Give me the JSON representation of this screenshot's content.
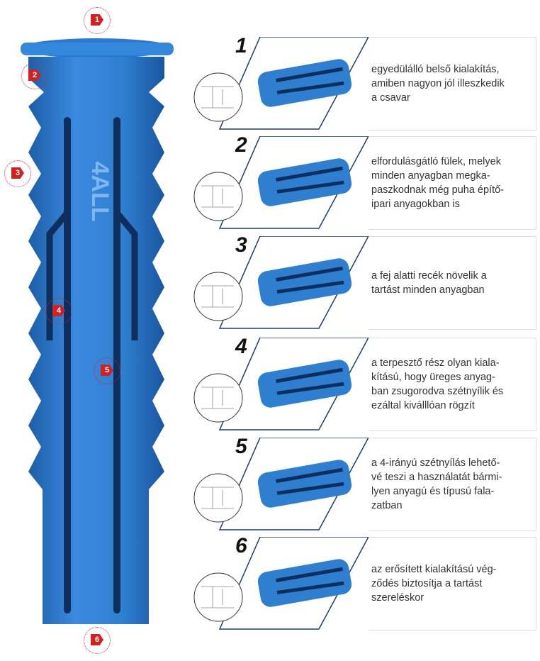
{
  "brand_logo": "4ALL",
  "features": [
    {
      "number": "1",
      "text": "egyedülálló belső kialakítás,\namiben nagyon jól illeszkedik\na csavar"
    },
    {
      "number": "2",
      "text": "elfordulásgátló fülek, melyek\nminden anyagban megka-\npaszkodnak még puha építő-\nipari anyagokban is"
    },
    {
      "number": "3",
      "text": "a fej alatti recék növelik a\ntartást minden anyagban"
    },
    {
      "number": "4",
      "text": "a terpesztő rész olyan kiala-\nkítású, hogy üreges anyag-\nban zsugorodva szétnyílik és\nezáltal kiválllóan rögzít"
    },
    {
      "number": "5",
      "text": "a 4-irányú szétnyílás lehető-\nvé teszi a használatát bármi-\nlyen anyagú és típusú fala-\nzatban"
    },
    {
      "number": "6",
      "text": "az erősített kialakítású vég-\nződés biztosítja a tartást\nszereléskor"
    }
  ],
  "markers": [
    "1",
    "2",
    "3",
    "4",
    "5",
    "6"
  ],
  "colors": {
    "dowel_blue": "#2f7fd0",
    "marker_red": "#d42020"
  }
}
